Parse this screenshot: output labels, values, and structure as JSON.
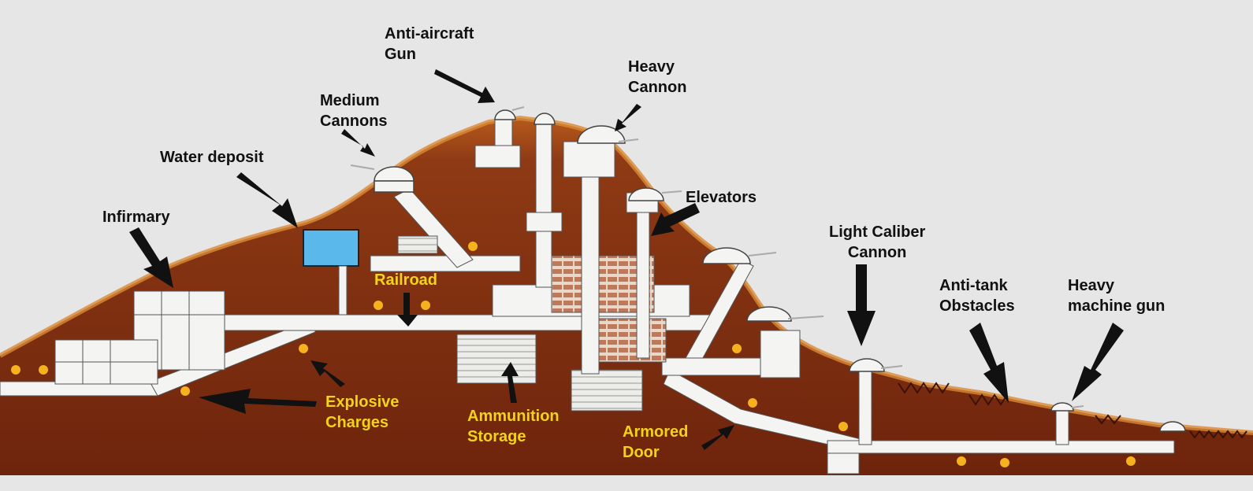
{
  "labels": {
    "anti_aircraft": [
      "Anti-aircraft",
      "Gun"
    ],
    "heavy_cannon": [
      "Heavy",
      "Cannon"
    ],
    "medium_cannons": [
      "Medium",
      "Cannons"
    ],
    "water_deposit": "Water deposit",
    "elevators": "Elevators",
    "infirmary": "Infirmary",
    "light_caliber": [
      "Light Caliber",
      "Cannon"
    ],
    "anti_tank": [
      "Anti-tank",
      "Obstacles"
    ],
    "heavy_mg": [
      "Heavy",
      "machine gun"
    ],
    "railroad": "Railroad",
    "explosive": [
      "Explosive",
      "Charges"
    ],
    "ammunition": [
      "Ammunition",
      "Storage"
    ],
    "armored_door": [
      "Armored",
      "Door"
    ]
  },
  "colors": {
    "background": "#e6e6e6",
    "earth": "#7a2a10",
    "earth_top": "#c06a20",
    "tunnel": "#f4f4f2",
    "water": "#5bb8ea",
    "black_label": "#111111",
    "yellow_label": "#f2d21b",
    "charge_dot": "#f5b21e"
  }
}
